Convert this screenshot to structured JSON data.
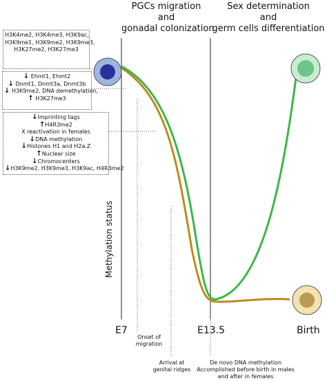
{
  "headers": {
    "left": [
      "PGCs migration",
      "and",
      "gonadal colonization"
    ],
    "right": [
      "Sex determination",
      "and",
      "germ cells differentiation"
    ]
  },
  "box1": [
    "H3K4me2, H3K4me3, H3K9ac,",
    "H3K9me1, H3K9me2, H3K9me3,",
    "H3K27me2, H3K27me3"
  ],
  "box2": [
    {
      "arrow": "↓",
      "text": "Ehmt1, Ehmt2"
    },
    {
      "arrow": "↓",
      "text": "Dnmt1, Dnmt3a, Dnmt3b"
    },
    {
      "arrow": "↓",
      "text": "H3K9me2, DNA demethylation,"
    },
    {
      "arrow": "↑",
      "text": "H3K27me3"
    }
  ],
  "box3": [
    {
      "arrow": "↓",
      "text": "Imprinting tags"
    },
    {
      "arrow": "↑",
      "text": "H4R3me2"
    },
    {
      "arrow": "",
      "text": "X reactivation in females"
    },
    {
      "arrow": "↓",
      "text": "DNA methylation"
    },
    {
      "arrow": "↓",
      "text": "Histones H1 and H2a.Z"
    },
    {
      "arrow": "↑",
      "text": "Nuclear size"
    },
    {
      "arrow": "↓",
      "text": "Chromocenters"
    },
    {
      "arrow": "↓",
      "text": "H3K9me2, H3K9me3, H3K9ac, H4R3me2"
    }
  ],
  "y_label": "Methylation status",
  "x_labels": {
    "e7": "E7",
    "e135": "E13.5",
    "birth": "Birth"
  },
  "annotations": {
    "onset": [
      "Onset of",
      "migration"
    ],
    "arrival": [
      "Arrival at",
      "genital ridges"
    ],
    "denovo": [
      "De novo DNA methylation",
      "Accomplished before birth in males",
      "and after in females"
    ]
  },
  "colors": {
    "female_curve": "#3cb54a",
    "male_curve": "#c08a1e",
    "cell_blue_outer": "#9fb4e0",
    "cell_blue_inner": "#2a3199",
    "cell_green_outer": "#c8ecd0",
    "cell_green_inner": "#6cc48a",
    "cell_tan_outer": "#f3e1b0",
    "cell_tan_inner": "#b89a55"
  }
}
